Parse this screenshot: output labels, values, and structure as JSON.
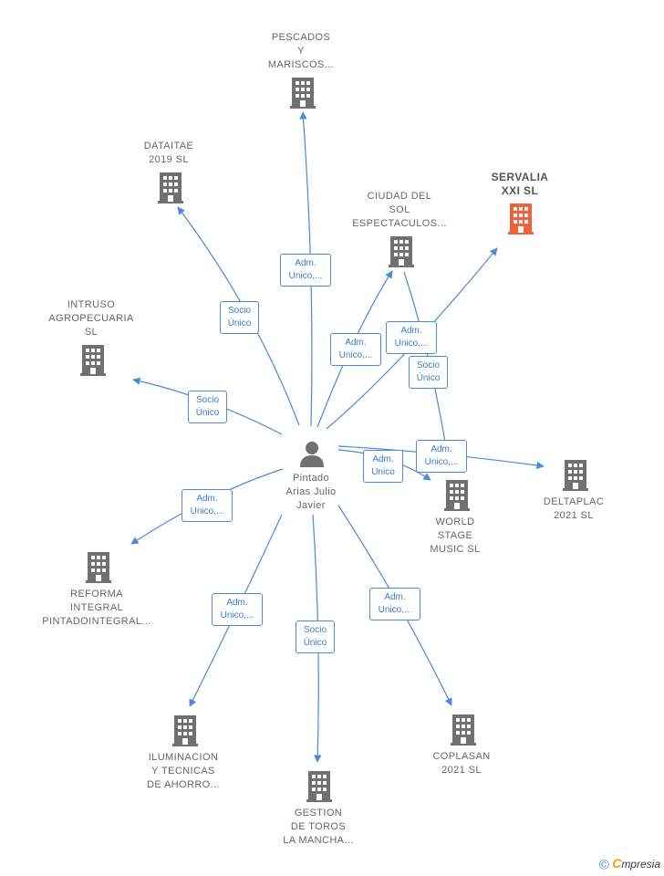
{
  "center": {
    "lines": [
      "Pintado",
      "Arias Julio",
      "Javier"
    ]
  },
  "companies": {
    "pescados": [
      "PESCADOS",
      "Y",
      "MARISCOS..."
    ],
    "dataitae": [
      "DATAITAE",
      "2019  SL"
    ],
    "servalia": [
      "SERVALIA",
      "XXI  SL"
    ],
    "ciudad": [
      "CIUDAD DEL",
      "SOL",
      "ESPECTACULOS..."
    ],
    "intruso": [
      "INTRUSO",
      "AGROPECUARIA",
      "SL"
    ],
    "deltaplac": [
      "DELTAPLAC",
      "2021  SL"
    ],
    "world": [
      "WORLD",
      "STAGE",
      "MUSIC  SL"
    ],
    "reforma": [
      "REFORMA",
      "INTEGRAL",
      "PINTADOINTEGRAL..."
    ],
    "iluminacion": [
      "ILUMINACION",
      "Y TECNICAS",
      "DE AHORRO..."
    ],
    "gestion": [
      "GESTION",
      "DE TOROS",
      "LA MANCHA..."
    ],
    "coplasan": [
      "COPLASAN",
      "2021  SL"
    ]
  },
  "edge_labels": {
    "pescados": [
      "Adm.",
      "Unico,..."
    ],
    "dataitae": [
      "Socio",
      "Único"
    ],
    "ciudad": [
      "Adm.",
      "Unico,..."
    ],
    "servalia": [
      "Adm.",
      "Unico,..."
    ],
    "servalia_socio": [
      "Socio",
      "Único"
    ],
    "intruso": [
      "Socio",
      "Único"
    ],
    "world": [
      "Adm.",
      "Unico"
    ],
    "deltaplac": [
      "Adm.",
      "Unico,..."
    ],
    "reforma": [
      "Adm.",
      "Unico,..."
    ],
    "iluminacion": [
      "Adm.",
      "Unico,..."
    ],
    "gestion": [
      "Socio",
      "Único"
    ],
    "coplasan": [
      "Adm.",
      "Unico,..."
    ]
  },
  "colors": {
    "edge": "#4a8ad6",
    "building": "#707070",
    "highlight": "#f0623a"
  },
  "brand": {
    "copyright": "©",
    "first": "C",
    "rest": "mpresia"
  }
}
